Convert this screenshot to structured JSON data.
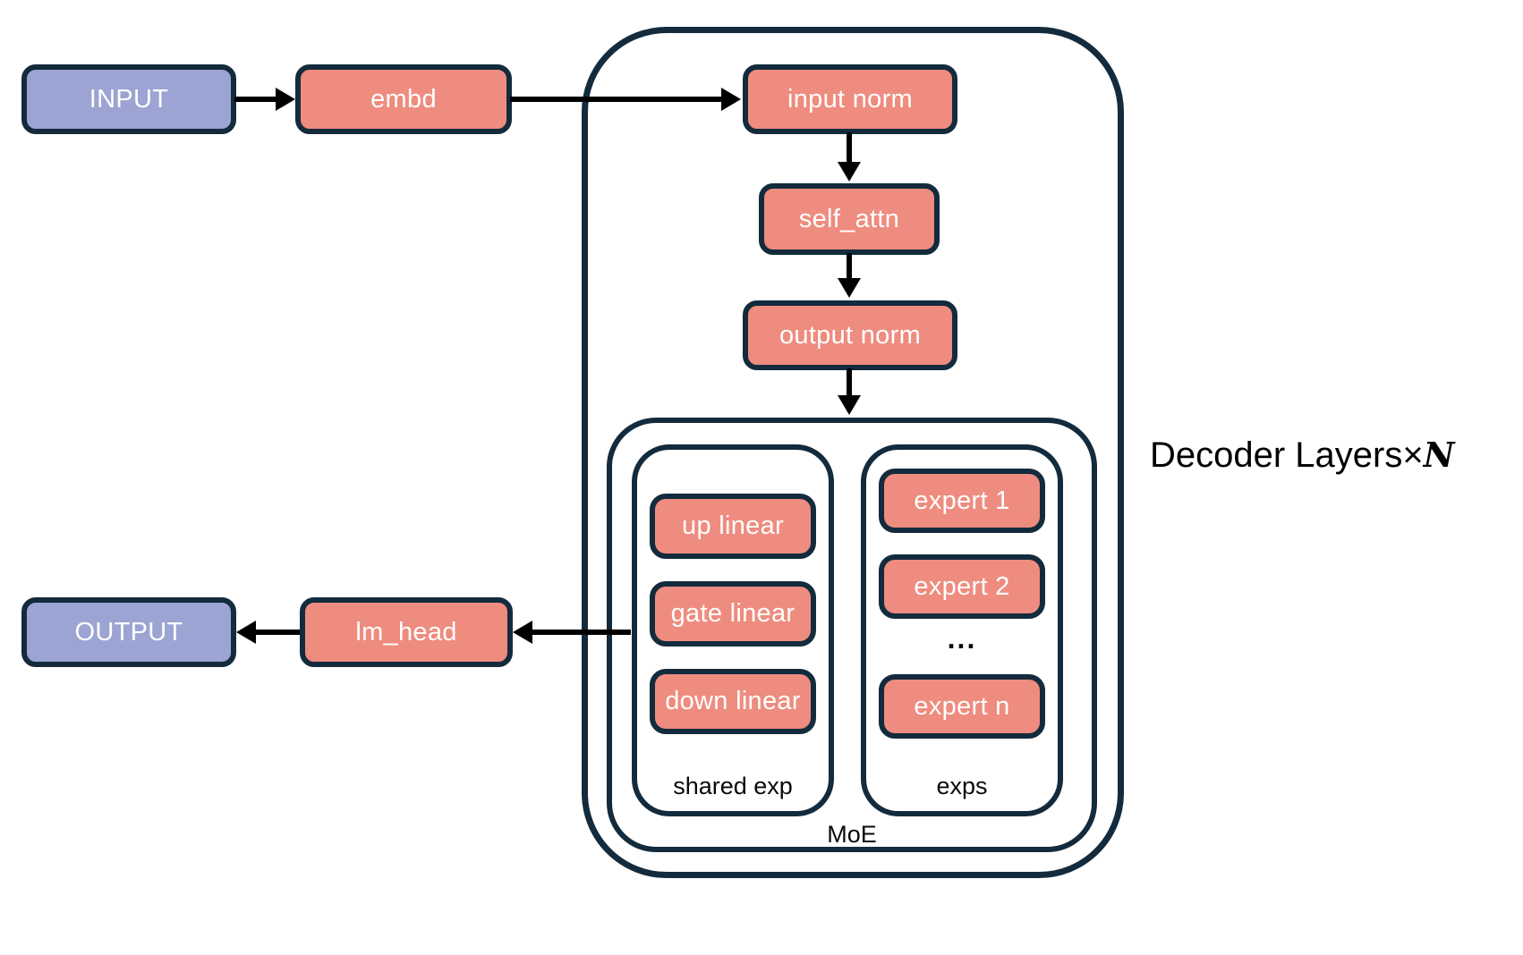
{
  "diagram": {
    "title_prefix": "Decoder Layers×",
    "title_n": "N",
    "io": {
      "input_label": "INPUT",
      "output_label": "OUTPUT"
    },
    "blocks": {
      "embd": "embd",
      "lm_head": "lm_head",
      "input_norm": "input norm",
      "self_attn": "self_attn",
      "output_norm": "output norm"
    },
    "moe": {
      "label": "MoE",
      "shared": {
        "label": "shared exp",
        "items": [
          "up linear",
          "gate linear",
          "down linear"
        ]
      },
      "experts": {
        "label": "exps",
        "items": [
          "expert 1",
          "expert 2",
          "expert n"
        ],
        "ellipsis": "..."
      }
    },
    "colors": {
      "border_navy": "#132b3d",
      "salmon_fill": "#ee8c7f",
      "lavender_fill": "#9ba4d2",
      "arrow_black": "#000000",
      "label_black": "#0a0a0a",
      "background": "#ffffff"
    }
  }
}
